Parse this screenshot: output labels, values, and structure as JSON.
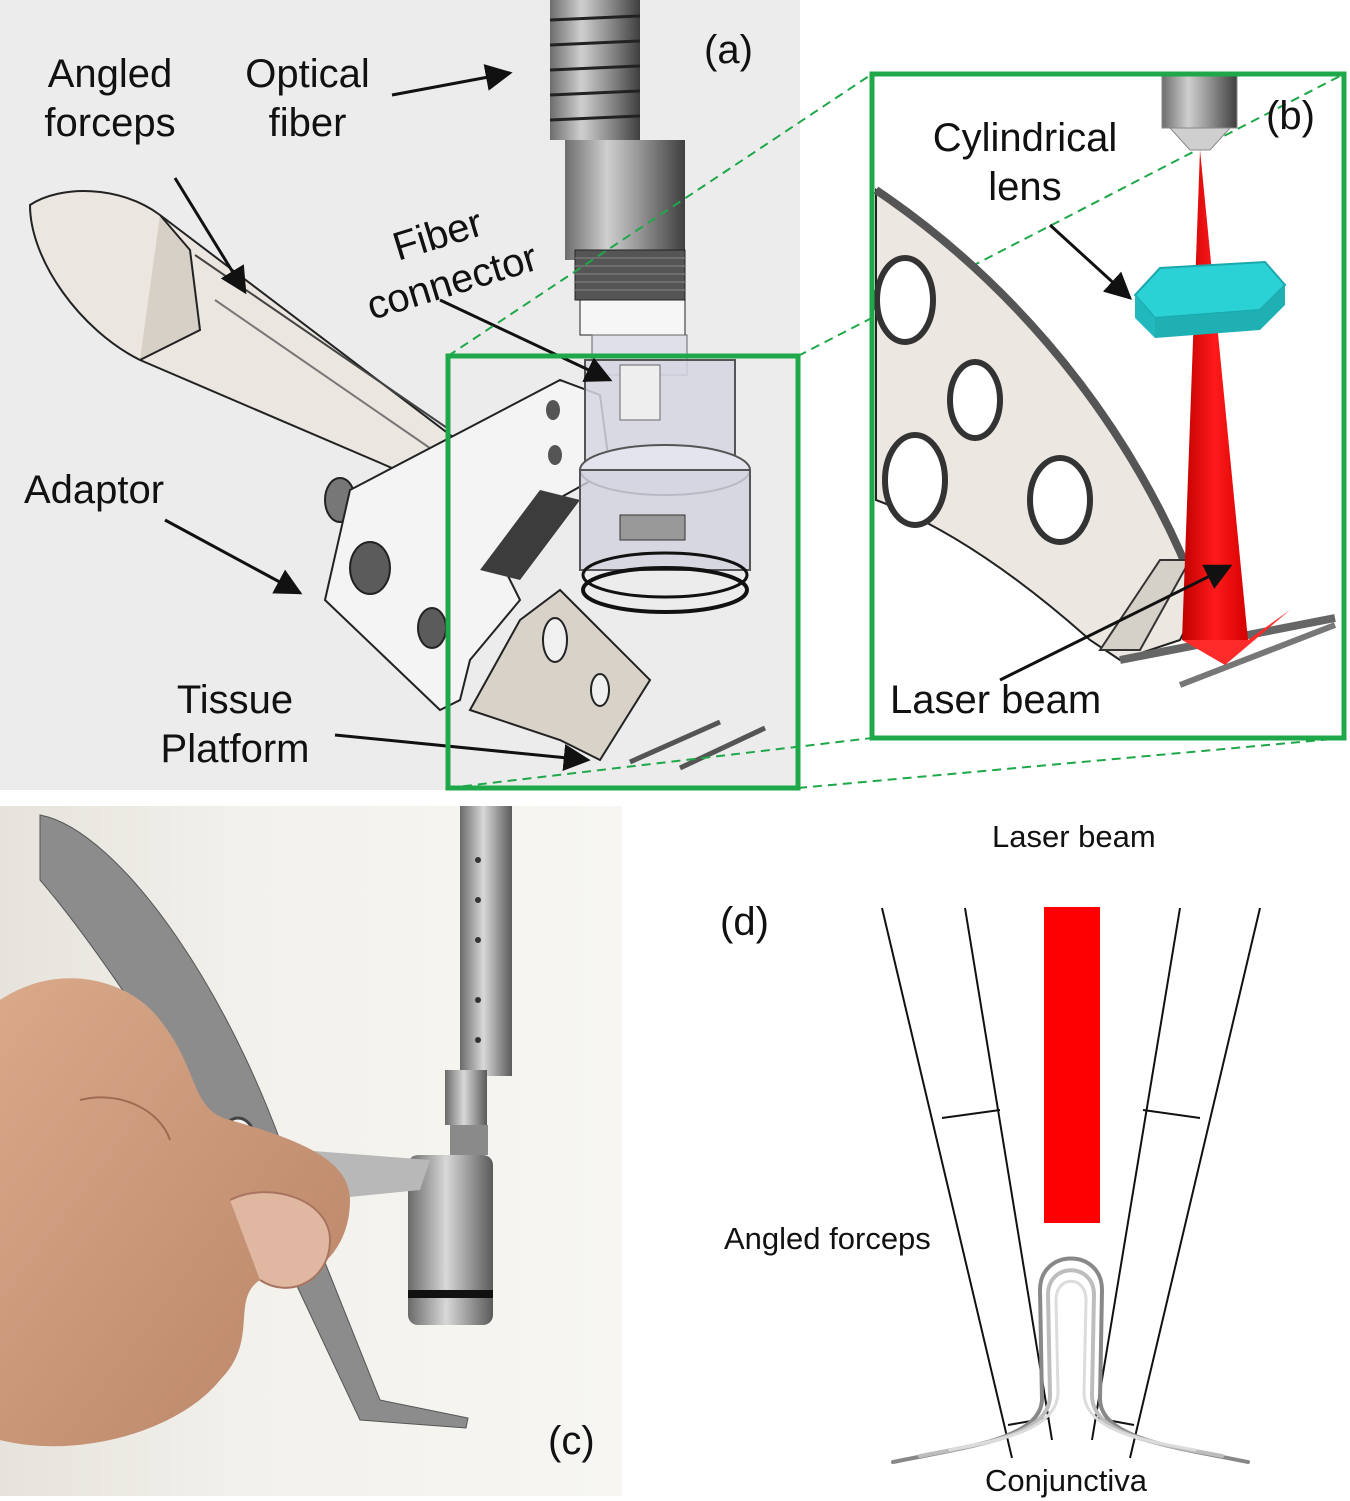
{
  "panel_a": {
    "tag": "(a)",
    "labels": {
      "angled_forceps": "Angled\nforceps",
      "optical_fiber": "Optical\nfiber",
      "fiber_connector": "Fiber\nconnector",
      "adaptor": "Adaptor",
      "tissue_platform": "Tissue\nPlatform"
    }
  },
  "panel_b": {
    "tag": "(b)",
    "labels": {
      "cylindrical_lens": "Cylindrical\nlens",
      "laser_beam": "Laser beam"
    }
  },
  "panel_c": {
    "tag": "(c)"
  },
  "panel_d": {
    "tag": "(d)",
    "labels": {
      "laser_beam": "Laser beam",
      "angled_forceps": "Angled forceps",
      "conjunctiva": "Conjunctiva"
    }
  },
  "colors": {
    "green_box": "#1fa84a",
    "laser_red": "#ff0000",
    "lens_cyan": "#2fd4d4",
    "metal": "#d9d4cc"
  }
}
